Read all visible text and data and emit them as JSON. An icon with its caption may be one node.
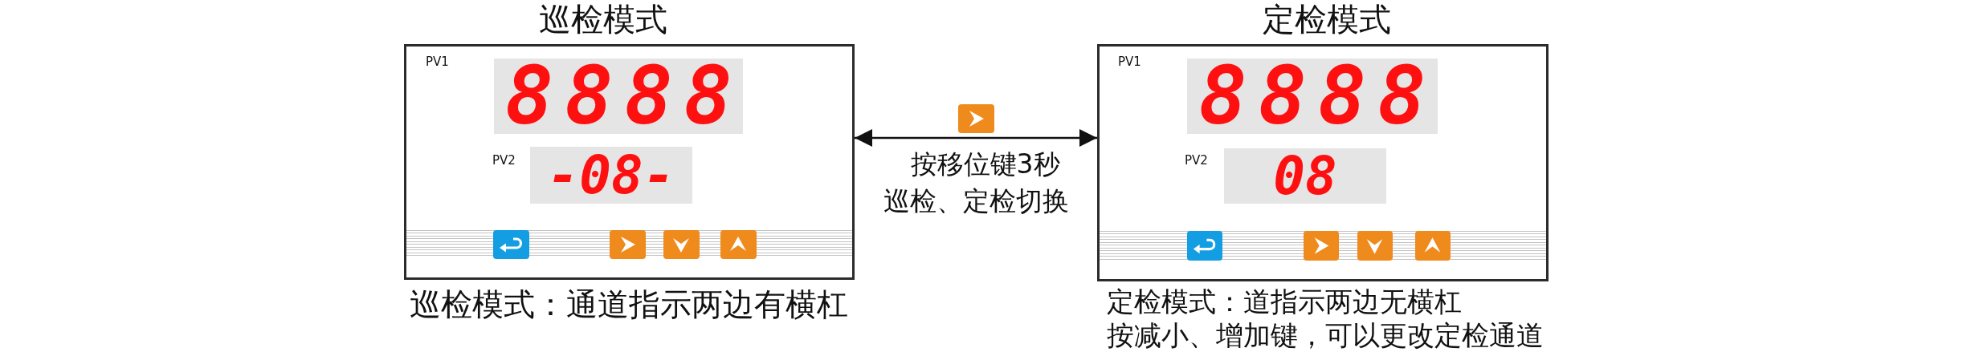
{
  "diagram": {
    "nodes": [
      {
        "text": [
          "巡检模式"
        ],
        "beside": [
          "巡检模式：通道指示两边有横杠"
        ]
      },
      {
        "text": [
          "8888"
        ],
        "beside": [
          "PV1"
        ],
        "in": 0
      },
      {
        "text": [
          "-08-"
        ],
        "beside": [
          "PV2"
        ],
        "in": 0
      },
      {
        "text": [
          "定检模式"
        ],
        "beside": [
          "定检模式：道指示两边无横杠",
          "按减小、增加键，可以更改定检通道"
        ]
      },
      {
        "text": [
          "8888"
        ],
        "beside": [
          "PV1"
        ],
        "in": 3
      },
      {
        "text": [
          "08"
        ],
        "beside": [
          "PV2"
        ],
        "in": 3
      }
    ],
    "edges": [
      {
        "from": 0,
        "to": 3,
        "arrow": "both",
        "label": "按移位键3秒巡检、定检切换"
      }
    ]
  }
}
